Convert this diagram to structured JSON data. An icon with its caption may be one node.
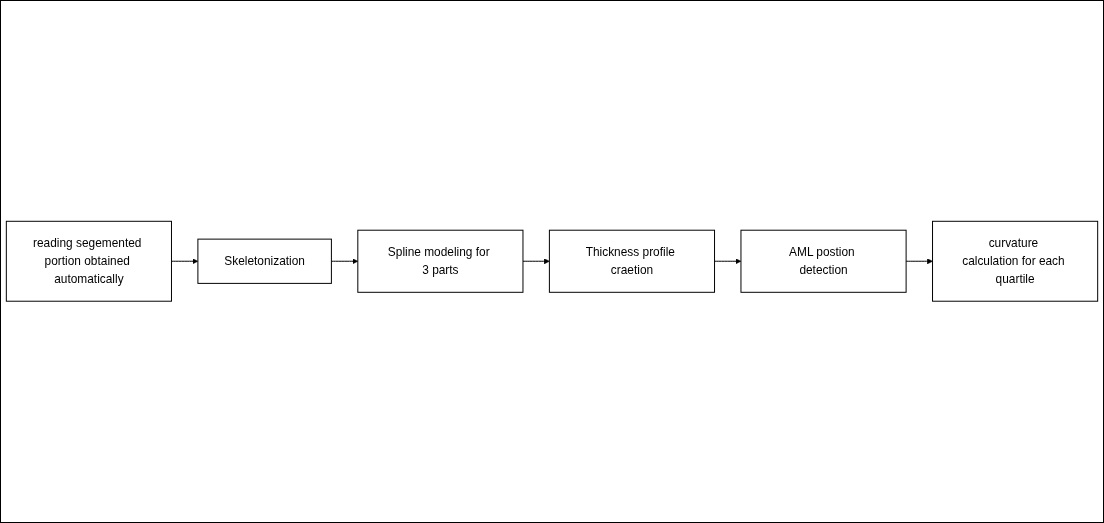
{
  "diagram": {
    "nodes": [
      {
        "text": [
          "reading segemented portion obtained automatically"
        ]
      },
      {
        "text": [
          "Skeletonization"
        ]
      },
      {
        "text": [
          "Spline modeling for 3 parts"
        ]
      },
      {
        "text": [
          "Thickness profile craetion"
        ]
      },
      {
        "text": [
          "AML postion detection"
        ]
      },
      {
        "text": [
          "curvature calculation for each quartile"
        ]
      }
    ],
    "edges": [
      {
        "from": 0,
        "to": 1,
        "arrow": "to"
      },
      {
        "from": 1,
        "to": 2,
        "arrow": "to"
      },
      {
        "from": 2,
        "to": 3,
        "arrow": "to"
      },
      {
        "from": 3,
        "to": 4,
        "arrow": "to"
      },
      {
        "from": 4,
        "to": 5,
        "arrow": "to"
      }
    ]
  }
}
